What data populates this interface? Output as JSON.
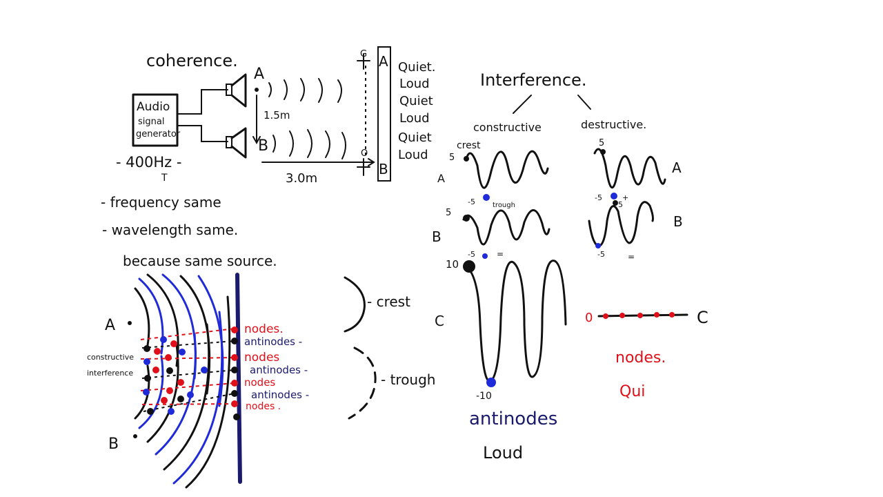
{
  "coherence": {
    "title": "coherence.",
    "box_label_1": "Audio",
    "box_label_2": "signal",
    "box_label_3": "generator",
    "frequency": "- 400Hz -",
    "f_marker": "T",
    "source_a": "A",
    "source_b": "B",
    "sep_distance": "1.5m",
    "screen_distance": "3.0m",
    "screen_top": "A",
    "screen_bottom": "B",
    "listener_top": "G",
    "listener_bottom": "O",
    "pattern": [
      "Quiet.",
      "Loud",
      "Quiet",
      "Loud",
      "Quiet",
      "Loud"
    ],
    "notes": [
      "- frequency same",
      "- wavelength same.",
      "because same source."
    ]
  },
  "wave_pattern": {
    "label_a": "A",
    "label_b": "B",
    "side_label_1": "constructive",
    "side_label_2": "interference",
    "line_labels": [
      "nodes.",
      "antinodes -",
      "nodes",
      "antinodes -",
      "nodes",
      "antinodes -",
      "nodes ."
    ],
    "legend_crest": "- crest",
    "legend_trough": "- trough"
  },
  "interference": {
    "title": "Interference.",
    "constructive": "constructive",
    "destructive": "destructive.",
    "crest_label": "crest",
    "c_row_a": "A",
    "c_row_b": "B",
    "c_row_c": "C",
    "c_a_max": "5",
    "c_a_min": "-5",
    "c_a_note": "trough",
    "c_b_max": "5",
    "c_b_min": "-5",
    "c_c_max": "10",
    "c_c_min": "-10",
    "eq_b": "=",
    "d_row_a": "A",
    "d_row_b": "B",
    "d_row_c": "C",
    "d_a_max": "5",
    "d_a_min": "-5",
    "d_b_max": "5",
    "d_b_min": "-5",
    "d_plus": "+",
    "eq_d": "=",
    "d_zero": "0",
    "antinodes": "antinodes",
    "loud": "Loud",
    "nodes": "nodes.",
    "quiet": "Qui"
  }
}
